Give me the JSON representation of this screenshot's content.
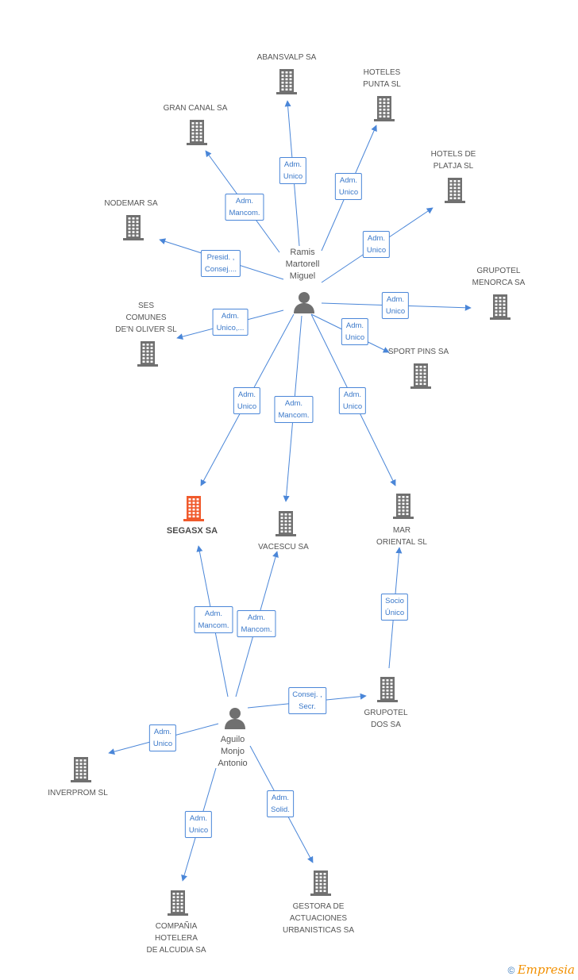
{
  "colors": {
    "edge": "#4a86d8",
    "company": "#707070",
    "focus_company": "#f05a2c",
    "person": "#707070"
  },
  "nodes": [
    {
      "id": "abansvalp",
      "kind": "company",
      "label": "ABANSVALP SA",
      "icon": "building-icon"
    },
    {
      "id": "hoteles_punta",
      "kind": "company",
      "label": "HOTELES\nPUNTA SL",
      "icon": "building-icon"
    },
    {
      "id": "gran_canal",
      "kind": "company",
      "label": "GRAN CANAL SA",
      "icon": "building-icon"
    },
    {
      "id": "hotels_platja",
      "kind": "company",
      "label": "HOTELS DE\nPLATJA SL",
      "icon": "building-icon"
    },
    {
      "id": "nodemar",
      "kind": "company",
      "label": "NODEMAR SA",
      "icon": "building-icon"
    },
    {
      "id": "grupotel_menorca",
      "kind": "company",
      "label": "GRUPOTEL\nMENORCA SA",
      "icon": "building-icon"
    },
    {
      "id": "ses_comunes",
      "kind": "company",
      "label": "SES\nCOMUNES\nDE'N OLIVER SL",
      "icon": "building-icon"
    },
    {
      "id": "sport_pins",
      "kind": "company",
      "label": "SPORT PINS SA",
      "icon": "building-icon"
    },
    {
      "id": "segasx",
      "kind": "focus",
      "label": "SEGASX SA",
      "icon": "building-icon"
    },
    {
      "id": "vacescu",
      "kind": "company",
      "label": "VACESCU SA",
      "icon": "building-icon"
    },
    {
      "id": "mar_oriental",
      "kind": "company",
      "label": "MAR\nORIENTAL SL",
      "icon": "building-icon"
    },
    {
      "id": "grupotel_dos",
      "kind": "company",
      "label": "GRUPOTEL\nDOS SA",
      "icon": "building-icon"
    },
    {
      "id": "inverprom",
      "kind": "company",
      "label": "INVERPROM SL",
      "icon": "building-icon"
    },
    {
      "id": "compania_hotelera",
      "kind": "company",
      "label": "COMPAÑIA\nHOTELERA\nDE ALCUDIA SA",
      "icon": "building-icon"
    },
    {
      "id": "gestora",
      "kind": "company",
      "label": "GESTORA DE\nACTUACIONES\nURBANISTICAS SA",
      "icon": "building-icon"
    },
    {
      "id": "ramis",
      "kind": "person",
      "label": "Ramis\nMartorell\nMiguel",
      "icon": "person-icon"
    },
    {
      "id": "aguilo",
      "kind": "person",
      "label": "Aguilo\nMonjo\nAntonio",
      "icon": "person-icon"
    }
  ],
  "edges": [
    {
      "from": "ramis",
      "to": "abansvalp",
      "label": "Adm.\nUnico"
    },
    {
      "from": "ramis",
      "to": "hoteles_punta",
      "label": "Adm.\nUnico"
    },
    {
      "from": "ramis",
      "to": "gran_canal",
      "label": "Adm.\nMancom."
    },
    {
      "from": "ramis",
      "to": "hotels_platja",
      "label": "Adm.\nUnico"
    },
    {
      "from": "ramis",
      "to": "nodemar",
      "label": "Presid. ,\nConsej...."
    },
    {
      "from": "ramis",
      "to": "grupotel_menorca",
      "label": "Adm.\nUnico"
    },
    {
      "from": "ramis",
      "to": "ses_comunes",
      "label": "Adm.\nUnico,..."
    },
    {
      "from": "ramis",
      "to": "sport_pins",
      "label": "Adm.\nUnico"
    },
    {
      "from": "ramis",
      "to": "segasx",
      "label": "Adm.\nUnico"
    },
    {
      "from": "ramis",
      "to": "vacescu",
      "label": "Adm.\nMancom."
    },
    {
      "from": "ramis",
      "to": "mar_oriental",
      "label": "Adm.\nUnico"
    },
    {
      "from": "aguilo",
      "to": "segasx",
      "label": "Adm.\nMancom."
    },
    {
      "from": "aguilo",
      "to": "vacescu",
      "label": "Adm.\nMancom."
    },
    {
      "from": "aguilo",
      "to": "grupotel_dos",
      "label": "Consej. ,\nSecr."
    },
    {
      "from": "grupotel_dos",
      "to": "mar_oriental",
      "label": "Socio\nÚnico"
    },
    {
      "from": "aguilo",
      "to": "inverprom",
      "label": "Adm.\nUnico"
    },
    {
      "from": "aguilo",
      "to": "compania_hotelera",
      "label": "Adm.\nUnico"
    },
    {
      "from": "aguilo",
      "to": "gestora",
      "label": "Adm.\nSolid."
    }
  ],
  "brand": {
    "copyright": "©",
    "name": "Empresia"
  }
}
